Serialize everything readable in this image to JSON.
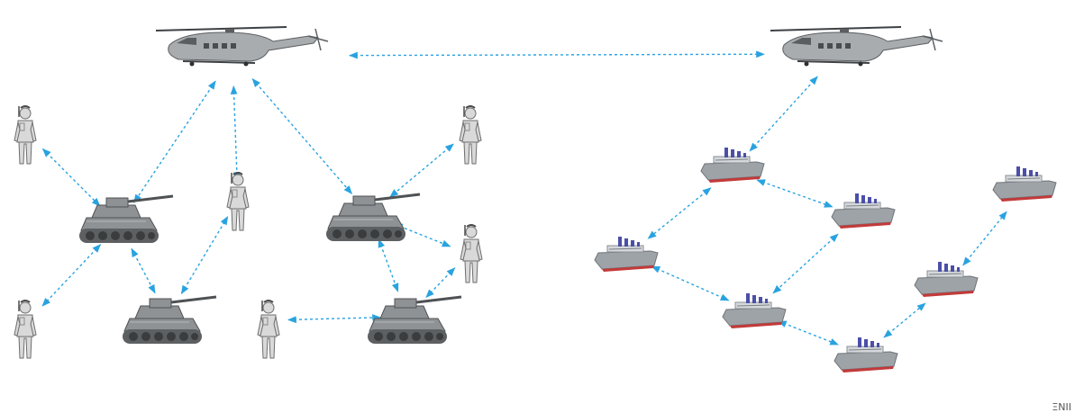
{
  "title": "",
  "colors": {
    "link": "#29a3e0",
    "helicopter_body": "#a9acaf",
    "helicopter_dark": "#5b5e61",
    "tank_body": "#8f9294",
    "tank_dark": "#4f5254",
    "soldier_fill": "#d9d9d9",
    "soldier_stroke": "#6e6e6e",
    "ship_hull": "#9ea3a8",
    "ship_waterline": "#c23a3a",
    "ship_funnel": "#4b4fa8",
    "ship_deck": "#d5d8db"
  },
  "nodes": [
    {
      "id": "heli-1",
      "type": "helicopter"
    },
    {
      "id": "heli-2",
      "type": "helicopter"
    },
    {
      "id": "soldier-1",
      "type": "soldier"
    },
    {
      "id": "soldier-2",
      "type": "soldier"
    },
    {
      "id": "soldier-3",
      "type": "soldier"
    },
    {
      "id": "soldier-4",
      "type": "soldier"
    },
    {
      "id": "soldier-5",
      "type": "soldier"
    },
    {
      "id": "soldier-6",
      "type": "soldier"
    },
    {
      "id": "tank-1",
      "type": "tank"
    },
    {
      "id": "tank-2",
      "type": "tank"
    },
    {
      "id": "tank-3",
      "type": "tank"
    },
    {
      "id": "tank-4",
      "type": "tank"
    },
    {
      "id": "ship-1",
      "type": "ship"
    },
    {
      "id": "ship-2",
      "type": "ship"
    },
    {
      "id": "ship-3",
      "type": "ship"
    },
    {
      "id": "ship-4",
      "type": "ship"
    },
    {
      "id": "ship-5",
      "type": "ship"
    },
    {
      "id": "ship-6",
      "type": "ship"
    },
    {
      "id": "ship-7",
      "type": "ship"
    }
  ],
  "links": [
    [
      "heli-1",
      "heli-2"
    ],
    [
      "heli-1",
      "tank-1"
    ],
    [
      "heli-1",
      "soldier-3"
    ],
    [
      "heli-1",
      "tank-3"
    ],
    [
      "soldier-1",
      "tank-1"
    ],
    [
      "tank-1",
      "soldier-2"
    ],
    [
      "tank-1",
      "tank-2"
    ],
    [
      "tank-2",
      "soldier-3"
    ],
    [
      "soldier-4",
      "tank-3"
    ],
    [
      "tank-3",
      "soldier-6"
    ],
    [
      "tank-3",
      "tank-4"
    ],
    [
      "soldier-6",
      "tank-4"
    ],
    [
      "soldier-5",
      "tank-4"
    ],
    [
      "heli-2",
      "ship-1"
    ],
    [
      "ship-1",
      "ship-2"
    ],
    [
      "ship-1",
      "ship-3"
    ],
    [
      "ship-2",
      "ship-4"
    ],
    [
      "ship-3",
      "ship-4"
    ],
    [
      "ship-4",
      "ship-5"
    ],
    [
      "ship-5",
      "ship-6"
    ],
    [
      "ship-6",
      "ship-7"
    ]
  ],
  "corner_mark": "ΞΝΙΙ"
}
